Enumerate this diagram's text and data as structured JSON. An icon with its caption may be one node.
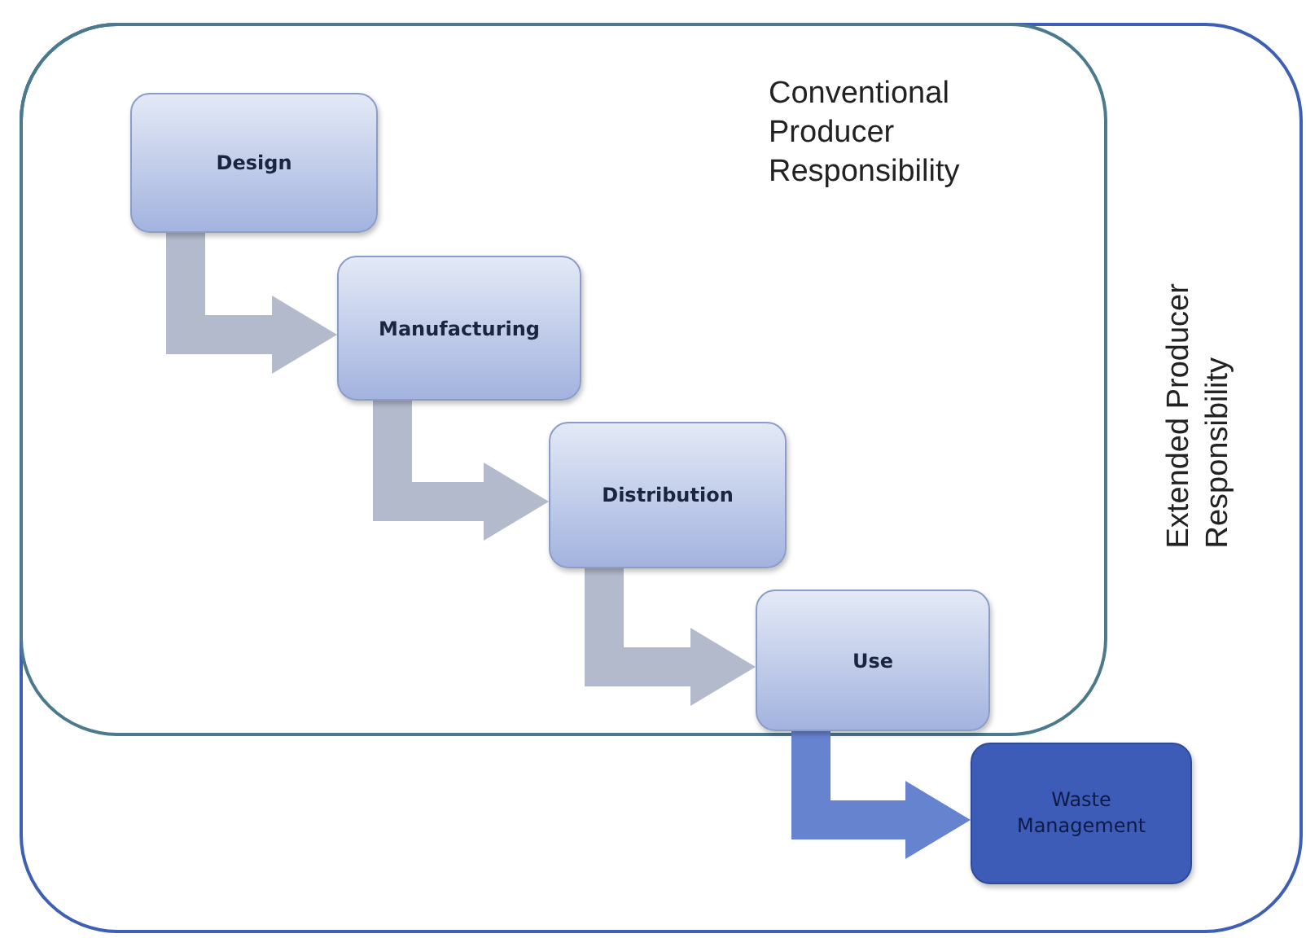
{
  "diagram": {
    "nodes": [
      {
        "text": [
          "Extended Producer Responsibility"
        ]
      },
      {
        "text": [
          "Conventional Producer Responsibility"
        ],
        "in": 0
      },
      {
        "text": [
          "Design"
        ],
        "in": 1
      },
      {
        "text": [
          "Manufacturing"
        ],
        "in": 1
      },
      {
        "text": [
          "Distribution"
        ],
        "in": 1
      },
      {
        "text": [
          "Use"
        ],
        "in": 1
      },
      {
        "text": [
          "Waste Management"
        ],
        "in": 0
      }
    ],
    "edges": [
      {
        "from": 2,
        "to": 3,
        "arrow": "to"
      },
      {
        "from": 3,
        "to": 4,
        "arrow": "to"
      },
      {
        "from": 4,
        "to": 5,
        "arrow": "to"
      },
      {
        "from": 5,
        "to": 6,
        "arrow": "to",
        "color": "#6683cf"
      }
    ]
  }
}
